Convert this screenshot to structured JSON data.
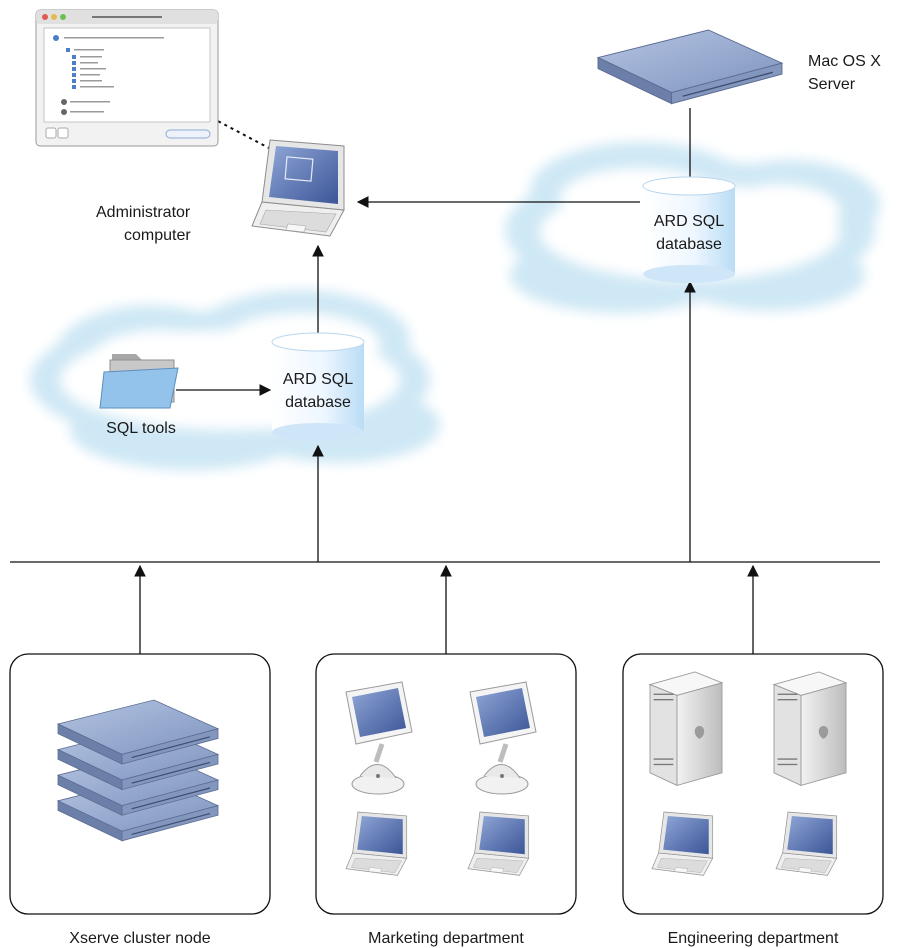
{
  "labels": {
    "admin_line1": "Administrator",
    "admin_line2": "computer",
    "server_line1": "Mac OS  X",
    "server_line2": "Server",
    "db_line1": "ARD SQL",
    "db_line2": "database",
    "sql_tools": "SQL tools",
    "xserve_group": "Xserve cluster node",
    "marketing_group": "Marketing department",
    "engineering_group": "Engineering department"
  },
  "colors": {
    "line": "#111111",
    "cloud": "#cfe8f5",
    "cylinder": "#dcefff",
    "server_body": "#8fa3c9",
    "screen": "#5a74b0"
  },
  "icons": {
    "admin_window": "window-screenshot-icon",
    "laptop": "laptop-icon",
    "server": "rack-server-icon",
    "database": "database-cylinder-icon",
    "folder": "folder-icon",
    "imac": "imac-g4-icon",
    "tower": "power-mac-tower-icon"
  }
}
